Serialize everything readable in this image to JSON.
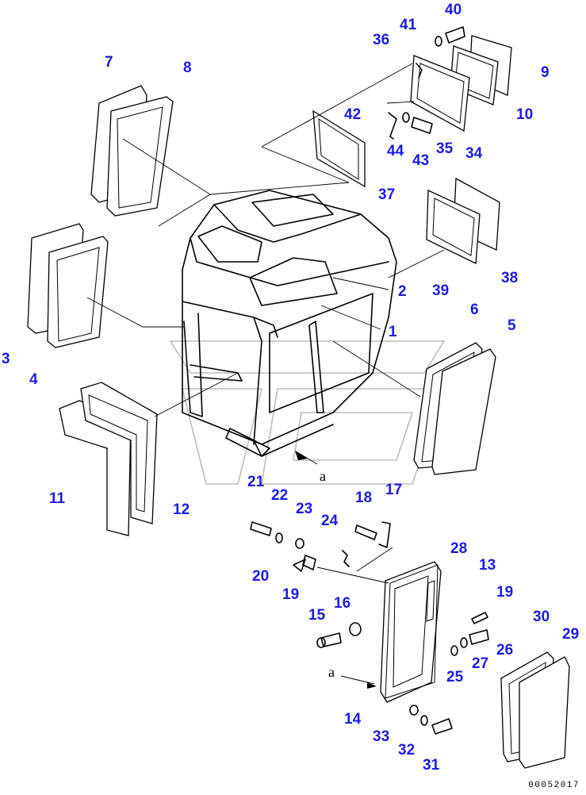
{
  "diagram": {
    "callouts": [
      "1",
      "2",
      "3",
      "4",
      "5",
      "6",
      "7",
      "8",
      "9",
      "10",
      "11",
      "12",
      "13",
      "14",
      "15",
      "16",
      "17",
      "18",
      "19",
      "19",
      "20",
      "21",
      "22",
      "23",
      "24",
      "25",
      "26",
      "27",
      "28",
      "29",
      "30",
      "31",
      "32",
      "33",
      "34",
      "35",
      "36",
      "37",
      "38",
      "39",
      "40",
      "41",
      "42",
      "43",
      "44"
    ],
    "view_arrow_label": "a",
    "detail_arrow_label": "a",
    "label_color": "#1b1be6"
  },
  "footer": {
    "code": "00052017"
  }
}
